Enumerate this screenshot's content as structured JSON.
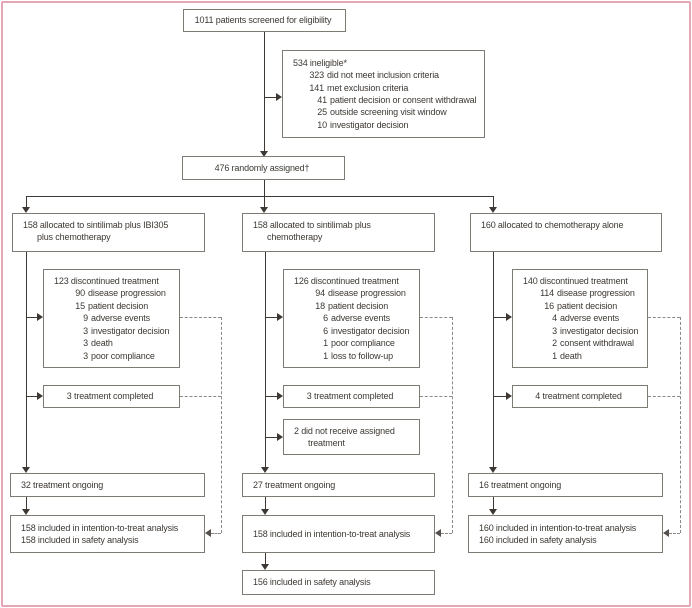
{
  "colors": {
    "frame": "#e5a7b5",
    "box_border": "#7e7a74",
    "text": "#3d3833",
    "solid_line": "#3d3833",
    "dashed_line": "#8c8883"
  },
  "figure": {
    "screened": {
      "lines": [
        {
          "t": "1011 patients screened for eligibility",
          "lv": "0c"
        }
      ]
    },
    "ineligible": {
      "lines": [
        {
          "t": "534 ineligible*",
          "lv": "0"
        },
        {
          "n": "323",
          "t": "did not meet inclusion criteria",
          "lv": "1"
        },
        {
          "n": "141",
          "t": "met exclusion criteria",
          "lv": "1"
        },
        {
          "n": "41",
          "t": "patient decision or consent withdrawal",
          "lv": "2"
        },
        {
          "n": "25",
          "t": "outside screening visit window",
          "lv": "2"
        },
        {
          "n": "10",
          "t": "investigator decision",
          "lv": "2"
        }
      ]
    },
    "randomized": {
      "lines": [
        {
          "t": "476 randomly assigned†",
          "lv": "0c"
        }
      ]
    },
    "arm_a": {
      "allocated": {
        "lines": [
          {
            "t": "158 allocated to sintilimab plus IBI305",
            "lv": "0"
          },
          {
            "t": "plus chemotherapy",
            "lv": "h"
          }
        ]
      },
      "discontinued": {
        "lines": [
          {
            "t": "123 discontinued treatment",
            "lv": "0"
          },
          {
            "n": "90",
            "t": "disease progression",
            "lv": "1"
          },
          {
            "n": "15",
            "t": "patient decision",
            "lv": "1"
          },
          {
            "n": "9",
            "t": "adverse events",
            "lv": "2"
          },
          {
            "n": "3",
            "t": "investigator decision",
            "lv": "2"
          },
          {
            "n": "3",
            "t": "death",
            "lv": "2"
          },
          {
            "n": "3",
            "t": "poor compliance",
            "lv": "2"
          }
        ]
      },
      "completed": {
        "lines": [
          {
            "t": "3 treatment completed",
            "lv": "0c"
          }
        ]
      },
      "ongoing": {
        "lines": [
          {
            "t": "32 treatment ongoing",
            "lv": "0"
          }
        ]
      },
      "analysis": {
        "lines": [
          {
            "t": "158 included in intention-to-treat analysis",
            "lv": "0"
          },
          {
            "t": "158 included in safety analysis",
            "lv": "0"
          }
        ]
      }
    },
    "arm_b": {
      "allocated": {
        "lines": [
          {
            "t": "158 allocated to sintilimab plus",
            "lv": "0"
          },
          {
            "t": "chemotherapy",
            "lv": "h"
          }
        ]
      },
      "discontinued": {
        "lines": [
          {
            "t": "126 discontinued treatment",
            "lv": "0"
          },
          {
            "n": "94",
            "t": "disease progression",
            "lv": "1"
          },
          {
            "n": "18",
            "t": "patient decision",
            "lv": "1"
          },
          {
            "n": "6",
            "t": "adverse events",
            "lv": "2"
          },
          {
            "n": "6",
            "t": "investigator decision",
            "lv": "2"
          },
          {
            "n": "1",
            "t": "poor compliance",
            "lv": "2"
          },
          {
            "n": "1",
            "t": "loss to follow-up",
            "lv": "2"
          }
        ]
      },
      "completed": {
        "lines": [
          {
            "t": "3 treatment completed",
            "lv": "0c"
          }
        ]
      },
      "not_received": {
        "lines": [
          {
            "t": "2 did not receive assigned",
            "lv": "0"
          },
          {
            "t": "treatment",
            "lv": "h"
          }
        ]
      },
      "ongoing": {
        "lines": [
          {
            "t": "27 treatment ongoing",
            "lv": "0"
          }
        ]
      },
      "analysis": {
        "lines": [
          {
            "t": "158 included in intention-to-treat analysis",
            "lv": "0"
          }
        ]
      },
      "safety": {
        "lines": [
          {
            "t": "156 included in safety analysis",
            "lv": "0"
          }
        ]
      }
    },
    "arm_c": {
      "allocated": {
        "lines": [
          {
            "t": "160 allocated to chemotherapy alone",
            "lv": "0"
          }
        ]
      },
      "discontinued": {
        "lines": [
          {
            "t": "140 discontinued treatment",
            "lv": "0"
          },
          {
            "n": "114",
            "t": "disease progression",
            "lv": "1"
          },
          {
            "n": "16",
            "t": "patient decision",
            "lv": "1"
          },
          {
            "n": "4",
            "t": "adverse events",
            "lv": "2"
          },
          {
            "n": "3",
            "t": "investigator decision",
            "lv": "2"
          },
          {
            "n": "2",
            "t": "consent withdrawal",
            "lv": "2"
          },
          {
            "n": "1",
            "t": "death",
            "lv": "2"
          }
        ]
      },
      "completed": {
        "lines": [
          {
            "t": "4 treatment completed",
            "lv": "0c"
          }
        ]
      },
      "ongoing": {
        "lines": [
          {
            "t": "16 treatment ongoing",
            "lv": "0"
          }
        ]
      },
      "analysis": {
        "lines": [
          {
            "t": "160 included in intention-to-treat analysis",
            "lv": "0"
          },
          {
            "t": "160 included in safety analysis",
            "lv": "0"
          }
        ]
      }
    }
  }
}
